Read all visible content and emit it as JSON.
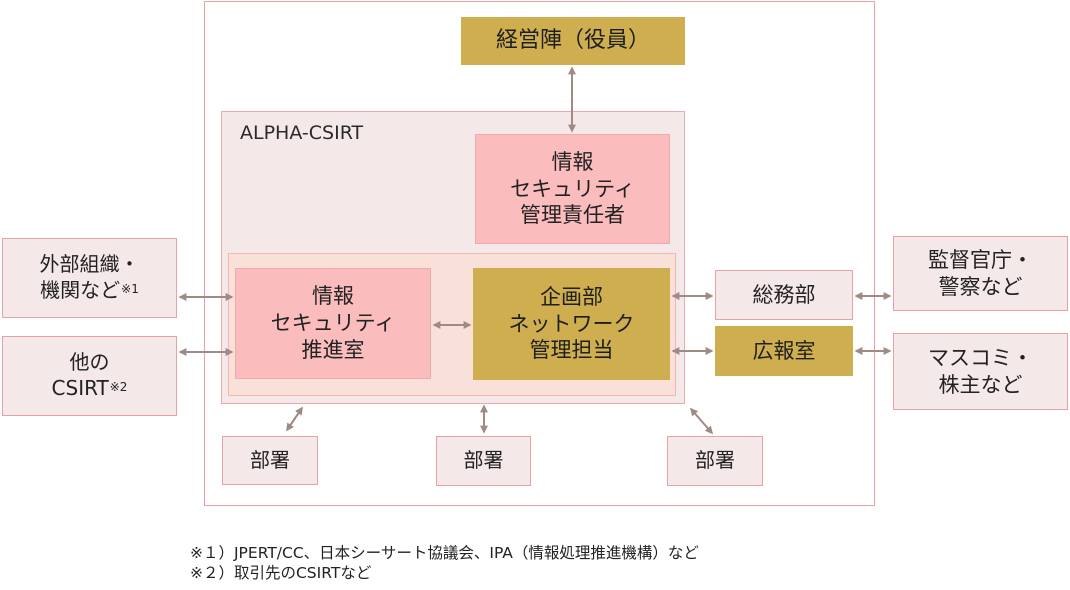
{
  "executives": "経営陣（役員）",
  "csirt_label": "ALPHA-CSIRT",
  "isec_manager": [
    "情報",
    "セキュリティ",
    "管理責任者"
  ],
  "isec_promotion": [
    "情報",
    "セキュリティ",
    "推進室"
  ],
  "planning_dept": [
    "企画部",
    "ネットワーク",
    "管理担当"
  ],
  "general_affairs": "総務部",
  "pr_office": "広報室",
  "external_orgs": {
    "lines": [
      "外部組織・",
      "機関など"
    ],
    "note": "※1"
  },
  "other_csirt": {
    "lines": [
      "他の",
      "CSIRT"
    ],
    "note": "※2"
  },
  "regulators": [
    "監督官庁・",
    "警察など"
  ],
  "media": [
    "マスコミ・",
    "株主など"
  ],
  "departments": [
    "部署",
    "部署",
    "部署"
  ],
  "footnotes": [
    "※１）JPERT/CC、日本シーサート協議会、IPA（情報処理推進機構）など",
    "※２）取引先のCSIRTなど"
  ],
  "colors": {
    "gold": "#cfae50",
    "pink": "#fbbcbe",
    "pale_pink": "#f4e8e8",
    "peach": "#f9e1d9",
    "border_pink": "#eaa0a4",
    "arrow": "#a08a86"
  }
}
